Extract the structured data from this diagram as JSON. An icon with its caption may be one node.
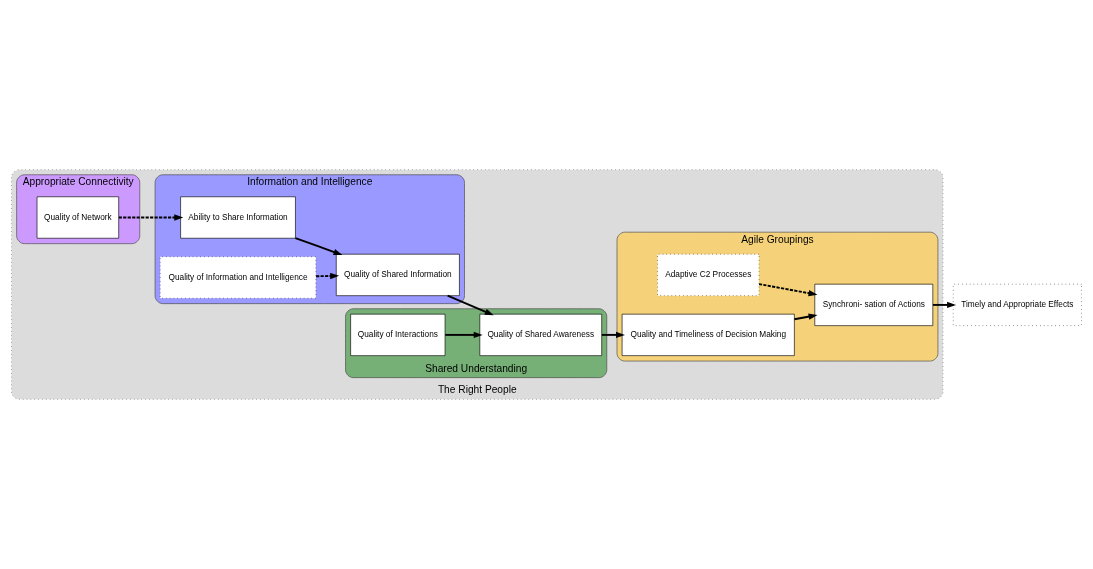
{
  "diagram": {
    "nodes": [
      {
        "text": [
          "The Right People"
        ]
      },
      {
        "text": [
          "Appropriate Connectivity"
        ],
        "in": 0
      },
      {
        "text": [
          "Quality of Network"
        ],
        "in": 1
      },
      {
        "text": [
          "Information and Intelligence"
        ],
        "in": 0
      },
      {
        "text": [
          "Ability to Share Information"
        ],
        "in": 3
      },
      {
        "text": [
          "Quality of Shared Information"
        ],
        "in": 3
      },
      {
        "text": [
          "Quality of Information and Intelligence"
        ],
        "in": 3
      },
      {
        "text": [
          "Shared Understanding"
        ],
        "in": 0
      },
      {
        "text": [
          "Quality of Interactions"
        ],
        "in": 7
      },
      {
        "text": [
          "Quality of Shared Awareness"
        ],
        "in": 7
      },
      {
        "text": [
          "Agile Groupings"
        ],
        "in": 0
      },
      {
        "text": [
          "Adaptive C2 Processes"
        ],
        "in": 10
      },
      {
        "text": [
          "Quality and Timeliness of Decision Making"
        ],
        "in": 10
      },
      {
        "text": [
          "Synchroni- sation of Actions"
        ],
        "in": 10
      },
      {
        "text": [
          "Timely and Appropriate Effects"
        ]
      }
    ],
    "edges": [
      {
        "from": 2,
        "to": 4,
        "arrow": "to",
        "style": "dashed"
      },
      {
        "from": 4,
        "to": 5,
        "arrow": "to"
      },
      {
        "from": 6,
        "to": 5,
        "arrow": "to",
        "style": "dashed"
      },
      {
        "from": 5,
        "to": 9,
        "arrow": "to"
      },
      {
        "from": 8,
        "to": 9,
        "arrow": "to"
      },
      {
        "from": 9,
        "to": 12,
        "arrow": "to"
      },
      {
        "from": 11,
        "to": 13,
        "arrow": "to",
        "style": "dashed"
      },
      {
        "from": 12,
        "to": 13,
        "arrow": "to"
      },
      {
        "from": 13,
        "to": 14,
        "arrow": "to"
      }
    ]
  }
}
